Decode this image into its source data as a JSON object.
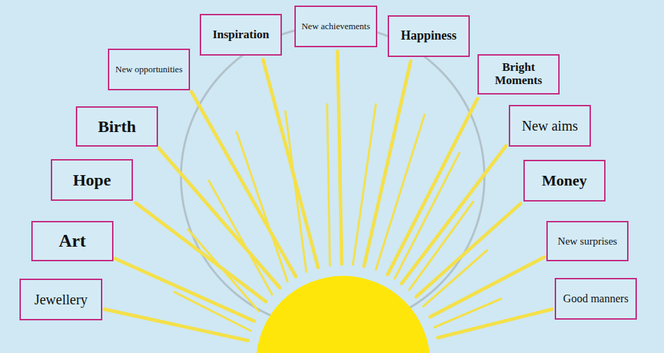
{
  "diagram": {
    "nodes": [
      {
        "text": [
          "Jewellery"
        ]
      },
      {
        "text": [
          "Art"
        ]
      },
      {
        "text": [
          "Hope"
        ]
      },
      {
        "text": [
          "Birth"
        ]
      },
      {
        "text": [
          "New opportunities"
        ]
      },
      {
        "text": [
          "Inspiration"
        ]
      },
      {
        "text": [
          "New achievements"
        ]
      },
      {
        "text": [
          "Happiness"
        ]
      },
      {
        "text": [
          "Bright Moments"
        ]
      },
      {
        "text": [
          "New aims"
        ]
      },
      {
        "text": [
          "Money"
        ]
      },
      {
        "text": [
          "New surprises"
        ]
      },
      {
        "text": [
          "Good manners"
        ]
      }
    ]
  }
}
